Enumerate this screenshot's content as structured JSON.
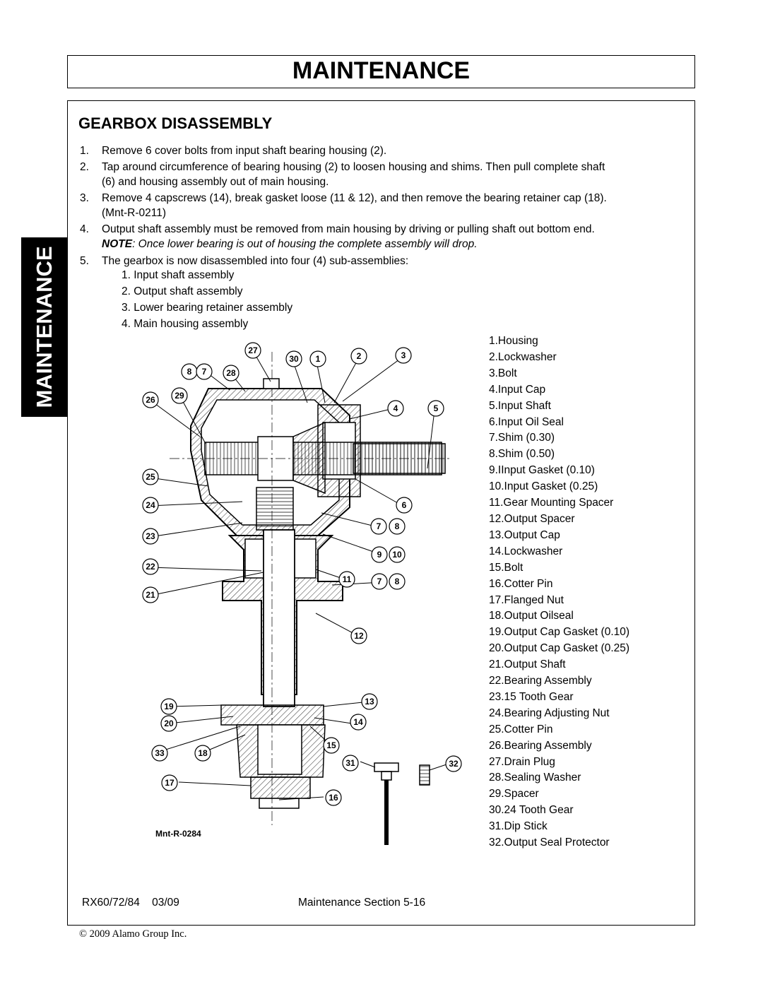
{
  "header": {
    "title": "MAINTENANCE"
  },
  "side_tab": {
    "label": "MAINTENANCE"
  },
  "section": {
    "title": "GEARBOX DISASSEMBLY"
  },
  "steps": [
    {
      "num": "1.",
      "lines": [
        "Remove 6 cover bolts from input shaft bearing housing (2)."
      ]
    },
    {
      "num": "2.",
      "lines": [
        "Tap around circumference of bearing housing (2) to loosen housing and shims. Then pull complete shaft",
        "(6) and housing assembly out of main housing."
      ]
    },
    {
      "num": "3.",
      "lines": [
        "Remove 4 capscrews (14), break gasket loose (11 & 12), and then remove the bearing retainer cap (18).",
        "(Mnt-R-0211)"
      ]
    },
    {
      "num": "4.",
      "lines": [
        "Output shaft assembly must be removed from main housing by driving or pulling shaft out bottom end."
      ],
      "note_label": "NOTE",
      "note_text": ": Once lower bearing is out of housing the complete assembly will drop."
    },
    {
      "num": "5.",
      "lines": [
        "The gearbox is now disassembled into four (4) sub-assemblies:"
      ]
    }
  ],
  "sub_assemblies": [
    "1. Input shaft assembly",
    "2. Output shaft assembly",
    "3. Lower bearing retainer assembly",
    "4. Main housing assembly"
  ],
  "parts_list": [
    "1.Housing",
    "2.Lockwasher",
    "3.Bolt",
    "4.Input Cap",
    "5.Input Shaft",
    "6.Input Oil Seal",
    "7.Shim (0.30)",
    "8.Shim (0.50)",
    "9.IInput Gasket (0.10)",
    "10.Input Gasket (0.25)",
    "11.Gear Mounting Spacer",
    "12.Output Spacer",
    "13.Output Cap",
    "14.Lockwasher",
    "15.Bolt",
    "16.Cotter Pin",
    "17.Flanged Nut",
    "18.Output Oilseal",
    "19.Output Cap Gasket (0.10)",
    "20.Output Cap Gasket (0.25)",
    "21.Output Shaft",
    "22.Bearing Assembly",
    "23.15 Tooth Gear",
    "24.Bearing Adjusting Nut",
    "25.Cotter Pin",
    "26.Bearing Assembly",
    "27.Drain Plug",
    "28.Sealing Washer",
    "29.Spacer",
    "30.24 Tooth Gear",
    "31.Dip Stick",
    "32.Output Seal Protector"
  ],
  "diagram": {
    "figure_id": "Mnt-R-0284",
    "callouts": [
      "27",
      "30",
      "1",
      "2",
      "3",
      "8",
      "7",
      "28",
      "26",
      "29",
      "4",
      "5",
      "25",
      "6",
      "24",
      "7",
      "8",
      "23",
      "9",
      "10",
      "22",
      "11",
      "7",
      "8",
      "21",
      "12",
      "19",
      "13",
      "20",
      "14",
      "33",
      "18",
      "15",
      "31",
      "32",
      "17",
      "16"
    ]
  },
  "footer": {
    "model": "RX60/72/84",
    "date": "03/09",
    "section": "Maintenance Section 5-16",
    "copyright": "© 2009 Alamo Group Inc."
  }
}
